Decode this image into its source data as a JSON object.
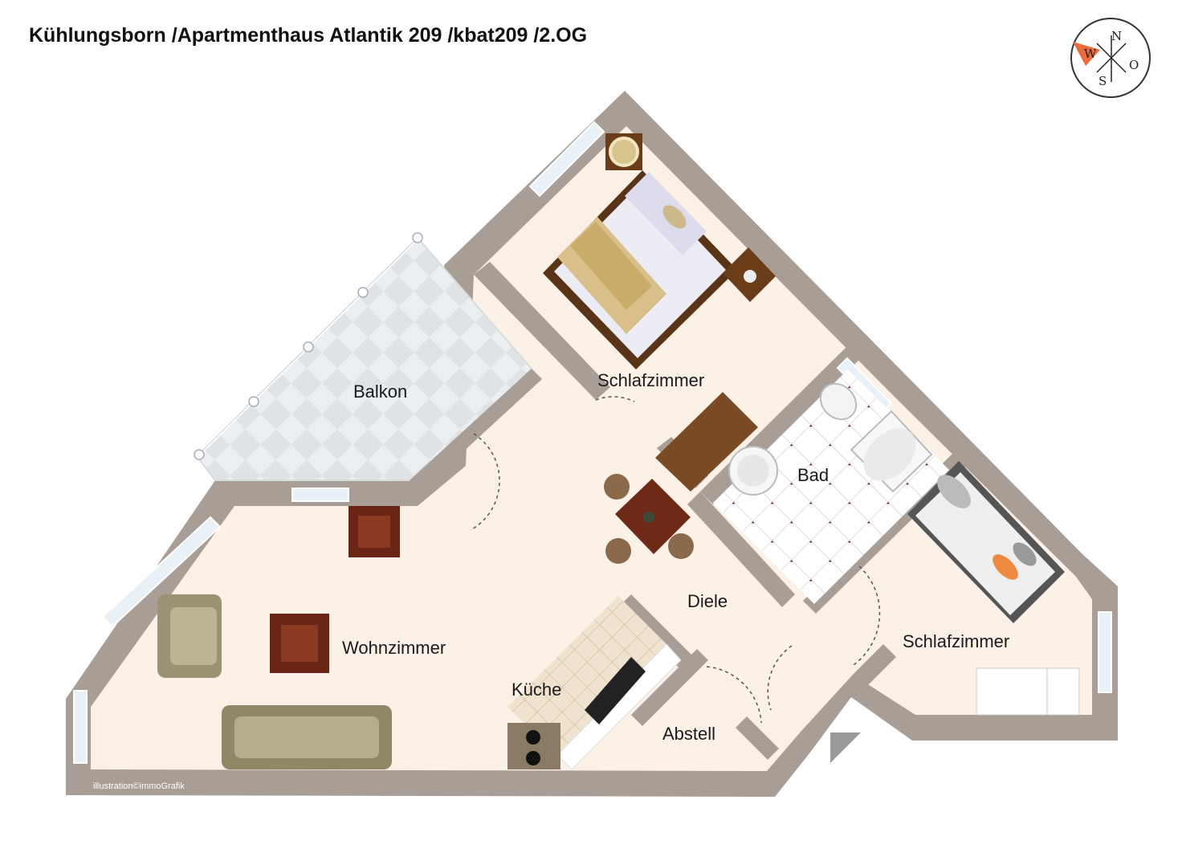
{
  "title": "Kühlungsborn /Apartmenthaus Atlantik 209 /kbat209 /2.OG",
  "rooms": {
    "bedroom_top": "Schlafzimmer",
    "balcony": "Balkon",
    "bath": "Bad",
    "living": "Wohnzimmer",
    "hall": "Diele",
    "kitchen": "Küche",
    "storage": "Abstell",
    "bedroom_right": "Schlafzimmer"
  },
  "credit": "illustration©immoGrafik",
  "compass": {
    "north": "N",
    "west": "W",
    "east": "O",
    "south": "S"
  },
  "colors": {
    "wall": "#a89e96",
    "floor": "#fbf1e6",
    "balcony_tile": "#e5e8ea",
    "wood": "#7a4a24",
    "compass_accent": "#ee6a3a"
  }
}
